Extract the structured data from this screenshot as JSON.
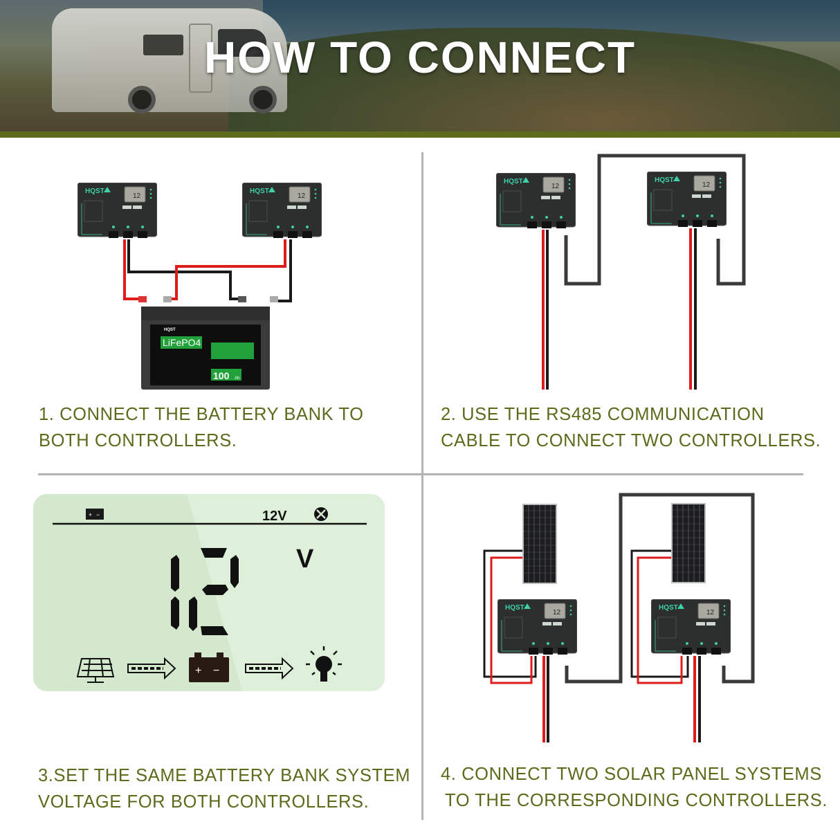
{
  "header": {
    "title": "HOW TO CONNECT"
  },
  "colors": {
    "olive": "#5e6a1c",
    "caption": "#5b6b1b",
    "lcd_green": "#d3e8cd",
    "wire_red": "#e01b1b",
    "wire_black": "#1a1a1a"
  },
  "steps": [
    {
      "line1": "1. CONNECT THE BATTERY BANK TO",
      "line2": "BOTH CONTROLLERS."
    },
    {
      "line1": "2. USE THE RS485 COMMUNICATION",
      "line2": "CABLE TO CONNECT TWO CONTROLLERS."
    },
    {
      "line1": "3.SET THE SAME BATTERY BANK SYSTEM",
      "line2": "VOLTAGE FOR BOTH CONTROLLERS."
    },
    {
      "line1": "4. CONNECT TWO SOLAR PANEL SYSTEMS",
      "line2": "TO THE CORRESPONDING CONTROLLERS."
    }
  ],
  "controller": {
    "brand": "HQST"
  },
  "battery": {
    "brand": "HQST",
    "chemistry": "LiFePO4",
    "capacity": "100",
    "unit": "Ah"
  },
  "lcd": {
    "system_voltage_label": "12V",
    "big_value": "12",
    "unit": "V",
    "battery_plus": "+",
    "battery_minus": "−"
  }
}
